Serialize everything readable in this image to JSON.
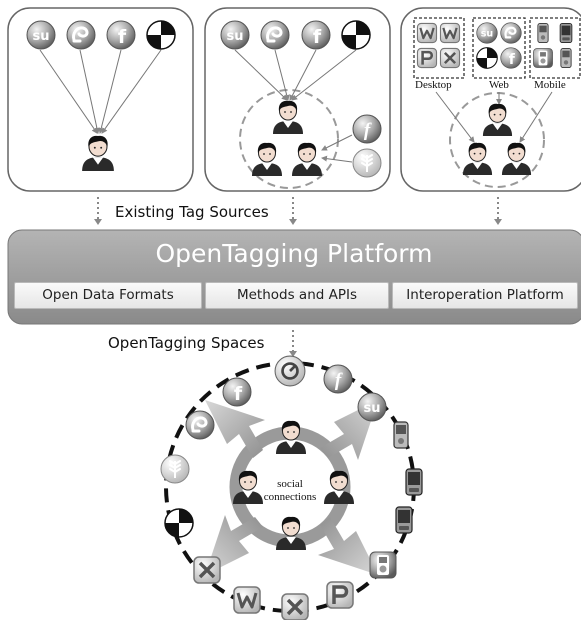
{
  "sources_label": "Existing Tag Sources",
  "platform": {
    "title": "OpenTagging Platform",
    "cells": [
      "Open Data Formats",
      "Methods and APIs",
      "Interoperation Platform"
    ]
  },
  "spaces_label": "OpenTagging Spaces",
  "device_groups": [
    "Desktop",
    "Web",
    "Mobile"
  ],
  "center_label": "social connections",
  "icons": [
    "stumbleupon-icon",
    "delicious-icon",
    "facebook-icon",
    "tag-service-icon",
    "google-reader-icon",
    "wordpress-icon",
    "phone-icon",
    "word-icon",
    "powerpoint-icon",
    "excel-icon",
    "ipod-icon",
    "user-icon"
  ]
}
